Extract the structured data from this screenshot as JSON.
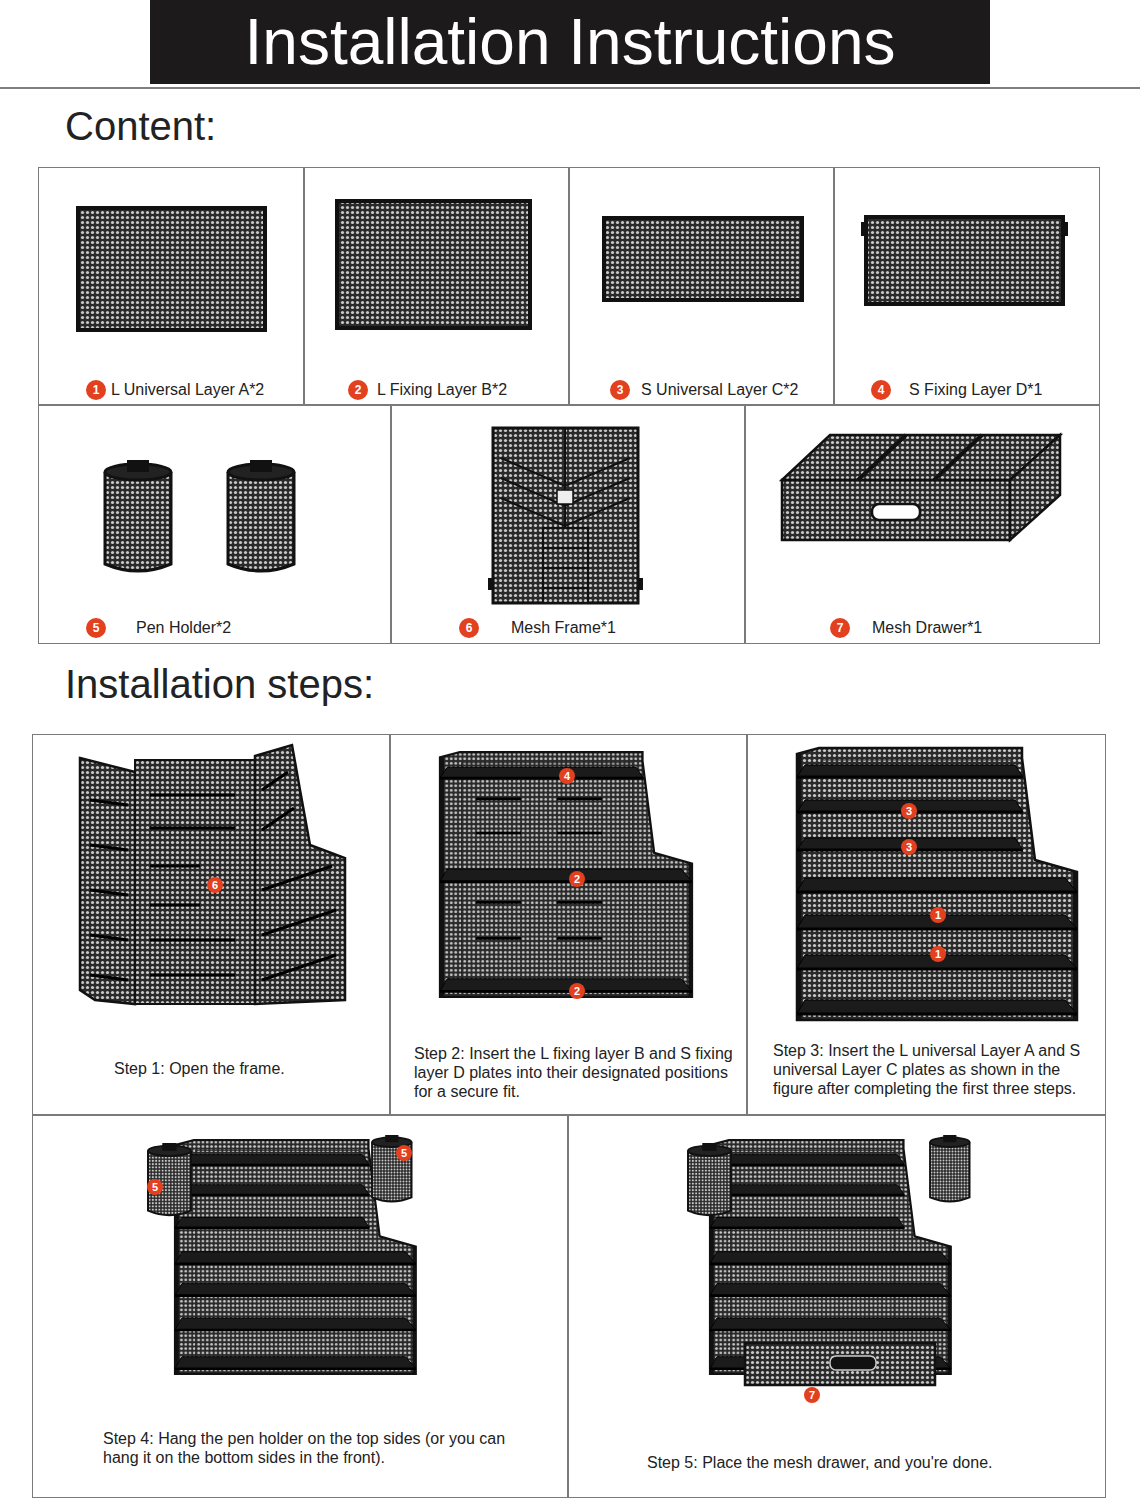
{
  "diagram": {
    "title": "Installation Instructions",
    "nodes": [
      {
        "text": [
          "L Universal Layer A*2"
        ]
      },
      {
        "text": [
          "1"
        ],
        "in": 0
      },
      {
        "text": [
          "L Fixing Layer B*2"
        ]
      },
      {
        "text": [
          "2"
        ],
        "in": 2
      },
      {
        "text": [
          "S Universal Layer C*2"
        ]
      },
      {
        "text": [
          "3"
        ],
        "in": 4
      },
      {
        "text": [
          "S Fixing Layer D*1"
        ]
      },
      {
        "text": [
          "4"
        ],
        "in": 6
      },
      {
        "text": [
          "Pen Holder*2"
        ]
      },
      {
        "text": [
          "5"
        ],
        "in": 8
      },
      {
        "text": [
          "Mesh Frame*1"
        ]
      },
      {
        "text": [
          "6"
        ],
        "in": 10
      },
      {
        "text": [
          "Mesh Drawer*1"
        ]
      },
      {
        "text": [
          "7"
        ],
        "in": 12
      },
      {
        "text": [
          "Step 1: Open the frame."
        ]
      },
      {
        "text": [
          "6"
        ],
        "in": 14
      },
      {
        "text": [
          "Step 2: Insert the L fixing layer B and S fixing layer D plates into their designated positions for a secure fit."
        ]
      },
      {
        "text": [
          "4"
        ],
        "in": 16
      },
      {
        "text": [
          "2"
        ],
        "in": 16
      },
      {
        "text": [
          "2"
        ],
        "in": 16
      },
      {
        "text": [
          "Step 3: Insert the L universal Layer A and S universal Layer C plates as shown in the figure after completing the first three steps."
        ]
      },
      {
        "text": [
          "3"
        ],
        "in": 20
      },
      {
        "text": [
          "3"
        ],
        "in": 20
      },
      {
        "text": [
          "1"
        ],
        "in": 20
      },
      {
        "text": [
          "1"
        ],
        "in": 20
      },
      {
        "text": [
          "Step 4: Hang the pen holder on the top sides (or you can hang it on the bottom sides in the front)."
        ]
      },
      {
        "text": [
          "5"
        ],
        "in": 25
      },
      {
        "text": [
          "5"
        ],
        "in": 25
      },
      {
        "text": [
          "Step 5: Place the mesh drawer, and you're done."
        ]
      },
      {
        "text": [
          "7"
        ],
        "in": 28
      }
    ],
    "labels": [
      "Content:",
      "Installation steps:"
    ]
  }
}
